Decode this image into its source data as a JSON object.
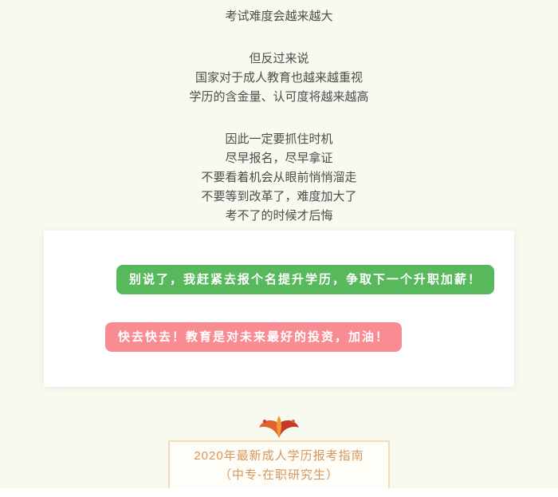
{
  "colors": {
    "page_background": "#f8faf0",
    "body_text": "#4c4c4c",
    "bubble_green": "#57b85c",
    "bubble_pink": "#f98b92",
    "card_background": "#ffffff",
    "guide_text": "#d6965c",
    "guide_border": "#f4dcba",
    "leaf_orange": "#e2622f",
    "leaf_red": "#c43b2a",
    "leaf_yellow": "#ef9a3a"
  },
  "intro": {
    "paragraphs": [
      [
        "考试难度会越来越大"
      ],
      [
        "但反过来说",
        "国家对于成人教育也越来越重视",
        "学历的含金量、认可度将越来越高"
      ],
      [
        "因此一定要抓住时机",
        "尽早报名，尽早拿证",
        "不要看着机会从眼前悄悄溜走",
        "不要等到改革了，难度加大了",
        "考不了的时候才后悔"
      ]
    ]
  },
  "chat": {
    "bubbles": [
      {
        "text": "别说了，我赶紧去报个名提升学历，争取下一个升职加薪！",
        "color": "#57b85c",
        "align": "right"
      },
      {
        "text": "快去快去！教育是对未来最好的投资，加油！",
        "color": "#f98b92",
        "align": "left"
      }
    ]
  },
  "icons": {
    "leaves": "autumn-leaves-icon"
  },
  "guide": {
    "title": "2020年最新成人学历报考指南",
    "subtitle": "（中专-在职研究生）"
  }
}
